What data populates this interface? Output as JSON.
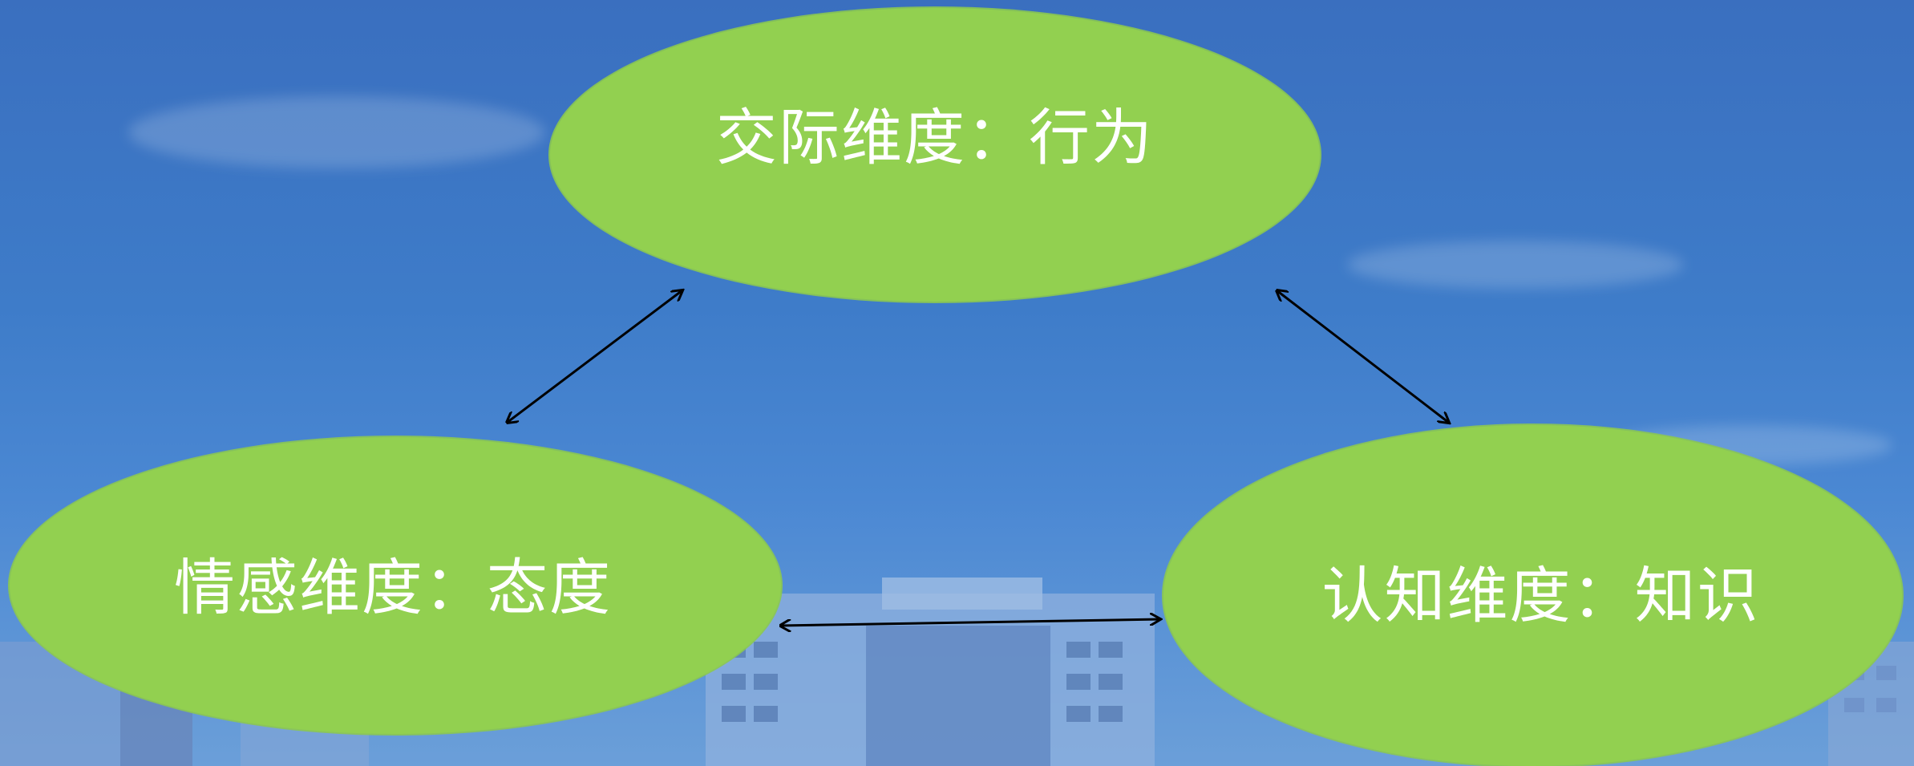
{
  "diagram": {
    "nodes": {
      "top": {
        "label": "交际维度：行为"
      },
      "left": {
        "label": "情感维度：态度"
      },
      "right": {
        "label": "认知维度：知识"
      }
    },
    "edges": [
      {
        "from": "left",
        "to": "top",
        "direction": "bidirectional"
      },
      {
        "from": "top",
        "to": "right",
        "direction": "bidirectional"
      },
      {
        "from": "left",
        "to": "right",
        "direction": "bidirectional"
      }
    ],
    "colors": {
      "node_fill": "#92d050",
      "label_text": "#ffffff",
      "arrow": "#000000",
      "background": "#3e7cc9"
    }
  }
}
